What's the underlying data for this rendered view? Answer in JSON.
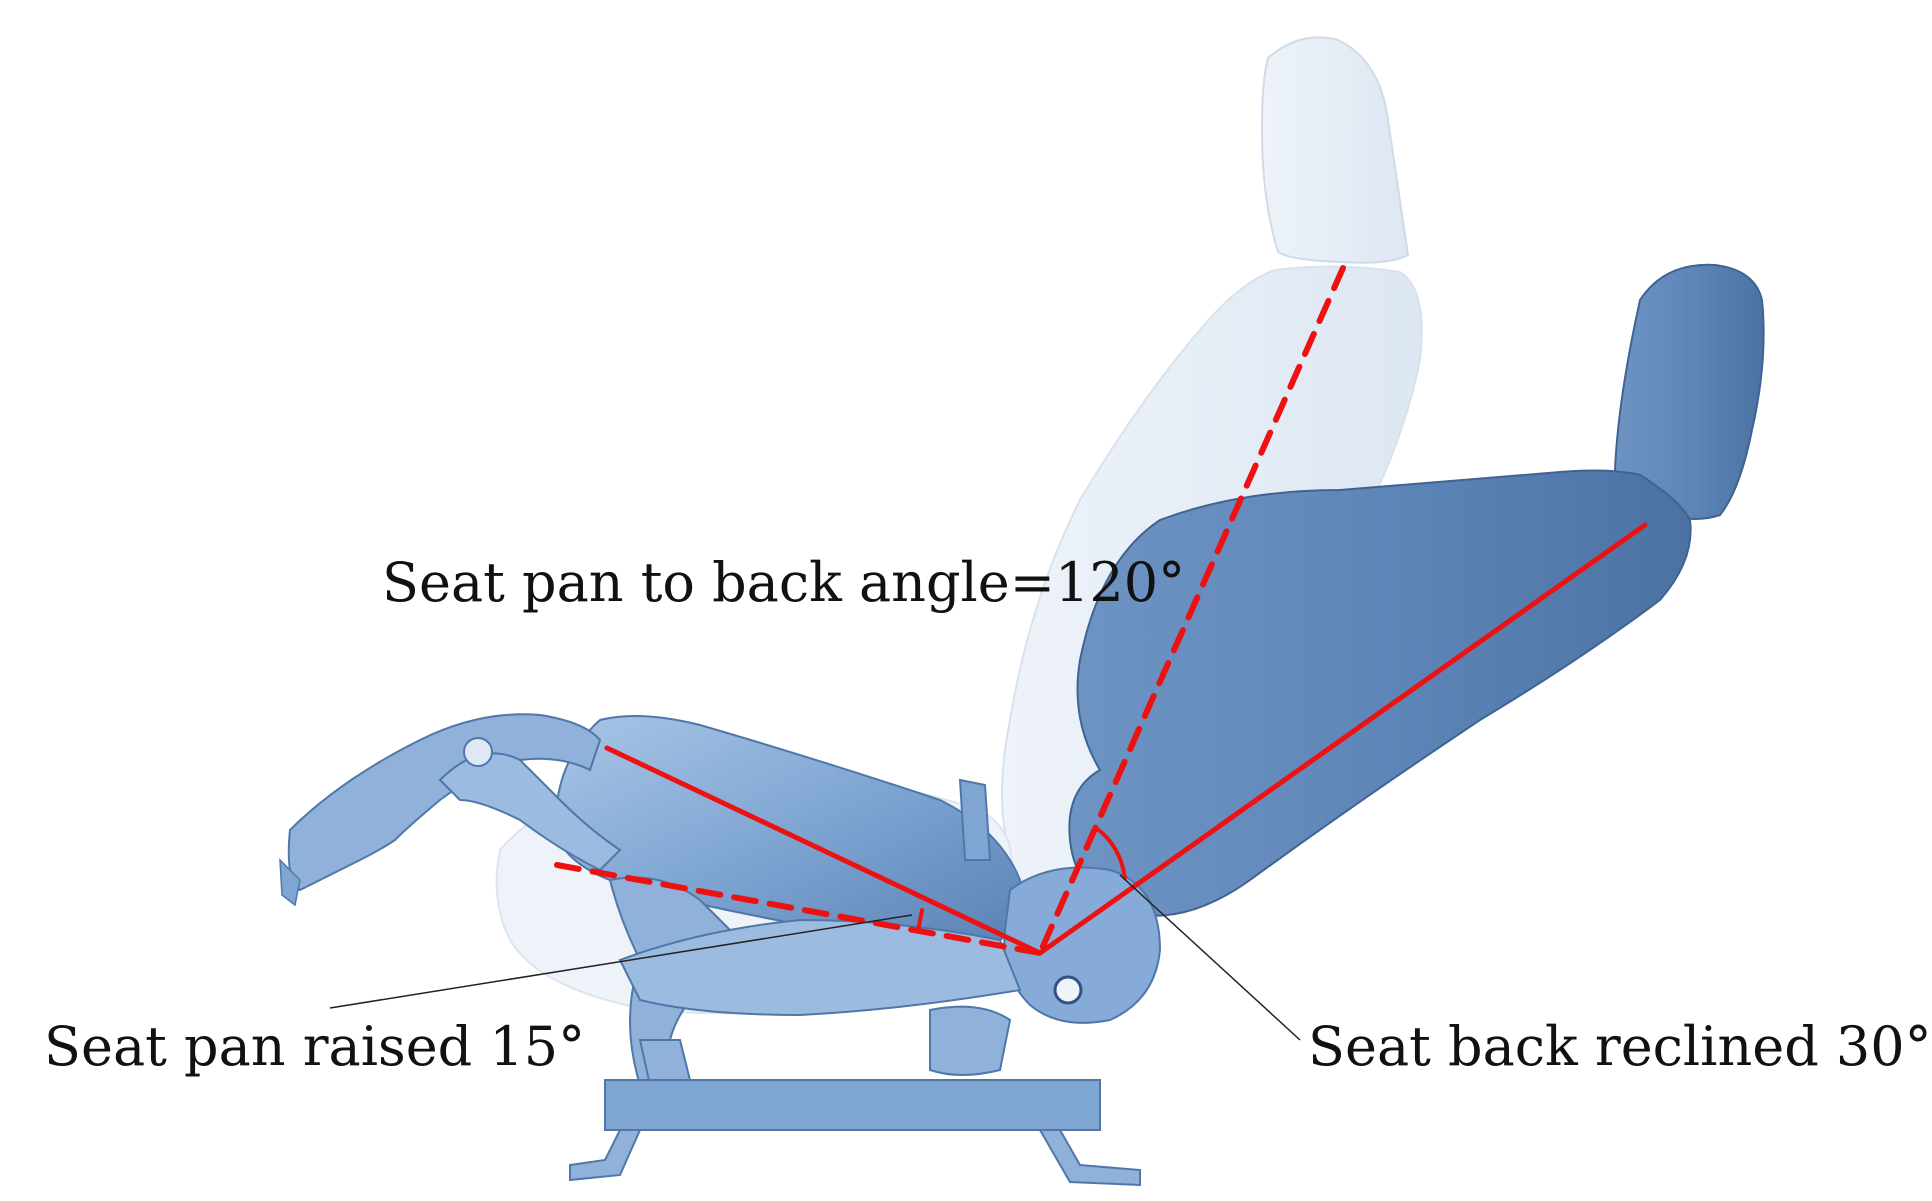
{
  "labels": {
    "seat_angle": "Seat pan to back angle=120°",
    "pan_raised": "Seat pan raised 15°",
    "back_reclined": "Seat back reclined 30°"
  },
  "colors": {
    "background": "#ffffff",
    "reference_line": "#ee1111",
    "seat_blue": "#7fa6d3",
    "seat_blue_dark": "#5f86b8",
    "ghost_seat": "#e6eef7"
  }
}
